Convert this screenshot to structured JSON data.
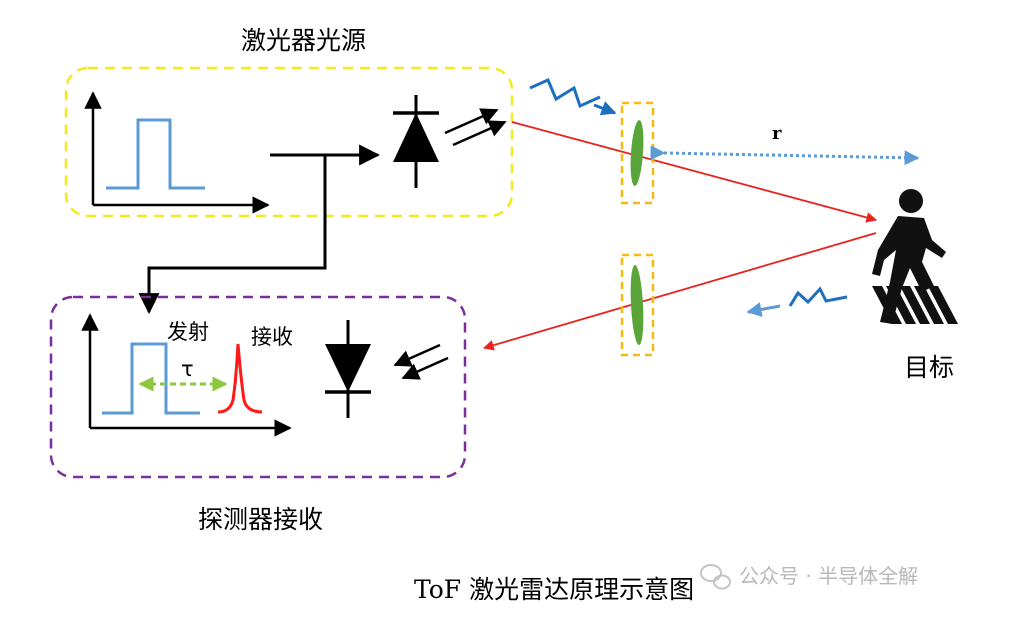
{
  "labels": {
    "laser_source": "激光器光源",
    "detector_receive": "探测器接收",
    "target": "目标",
    "emit": "发射",
    "receive": "接收",
    "tau": "τ",
    "r": "r",
    "caption": "ToF 激光雷达原理示意图"
  },
  "watermark": {
    "text": "公众号 · 半导体全解",
    "icon": "wechat-icon"
  },
  "colors": {
    "laser_box_border": "#f2ea1e",
    "detector_box_border": "#7a2f9c",
    "lens_box_border": "#f5b915",
    "lens": "#5aa53a",
    "laser_beam": "#e8221d",
    "pulse": "#5b9bd5",
    "echo_pulse": "#ff1a1a",
    "tau_arrow": "#8dc63f",
    "distance_line": "#5b9bd5",
    "ambient_light": "#1f6fbf"
  }
}
